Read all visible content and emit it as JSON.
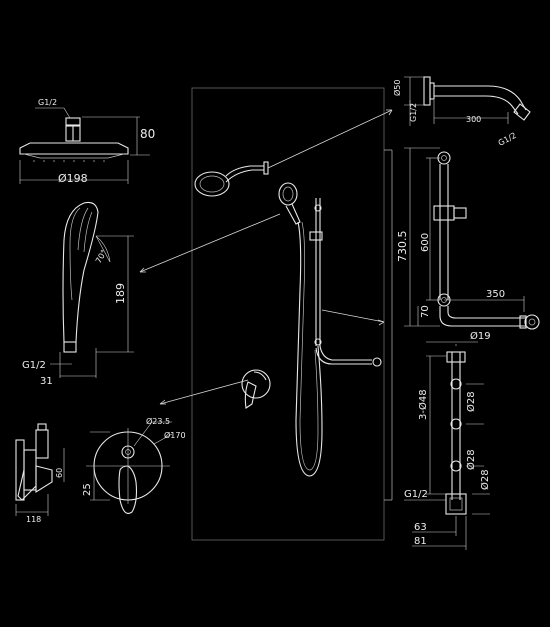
{
  "head_shower": {
    "thread": "G1/2",
    "height": "80",
    "diameter": "Ø198"
  },
  "shower_arm": {
    "diameter": "Ø50",
    "thread_top": "G1/2",
    "length": "300",
    "thread_end": "G1/2"
  },
  "hand_shower": {
    "angle": "70°",
    "length": "189",
    "thread": "G1/2",
    "width": "31"
  },
  "slide_rail": {
    "total_height": "730.5",
    "rail_length": "600",
    "bottom_offset": "70",
    "outlet_length": "350"
  },
  "rail_section": {
    "pipe_diameter": "Ø19",
    "holes": "3-Ø48",
    "pipe_a": "Ø28",
    "pipe_b": "Ø28",
    "pipe_c": "Ø28",
    "thread": "G1/2",
    "depth_a": "63",
    "depth_b": "81"
  },
  "mixer": {
    "depth": "118",
    "offset_60": "60",
    "offset_25": "25",
    "hole_diameter": "Ø23.5",
    "plate_diameter": "Ø170"
  }
}
